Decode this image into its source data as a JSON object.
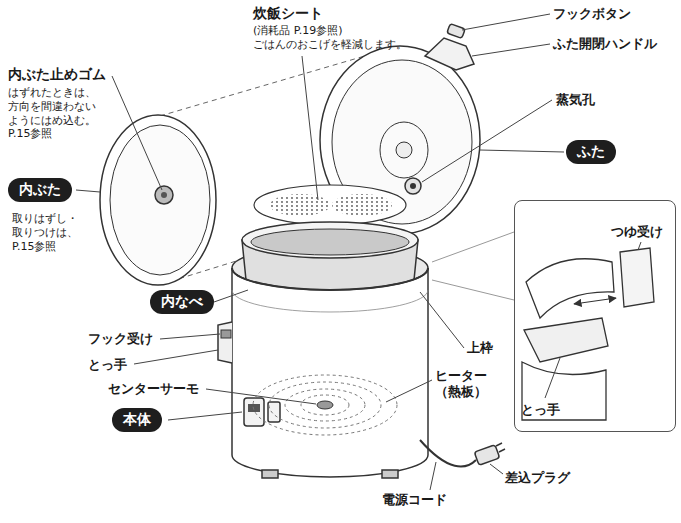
{
  "diagram": {
    "nodes": [
      {
        "text": [
          "ふた"
        ]
      },
      {
        "text": [
          "内ぶた"
        ]
      },
      {
        "text": [
          "つゆ受け",
          "とっ手"
        ]
      },
      {
        "text": [
          "内なべ"
        ]
      },
      {
        "text": [
          "本体"
        ]
      }
    ],
    "labels": [
      "炊飯シート",
      "(消耗品 P.19参照)",
      "ごはんのおこげを軽減します。",
      "フックボタン",
      "ふた開閉ハンドル",
      "内ぶた止めゴム",
      "はずれたときは、 方向を間違わない ようにはめ込む。 P.15参照",
      "蒸気孔",
      "取りはずし・ 取りつけは、 P.15参照",
      "フック受け",
      "上枠",
      "とっ手",
      "ヒーター （熱板）",
      "センターサーモ",
      "差込プラグ",
      "電源コード"
    ]
  }
}
